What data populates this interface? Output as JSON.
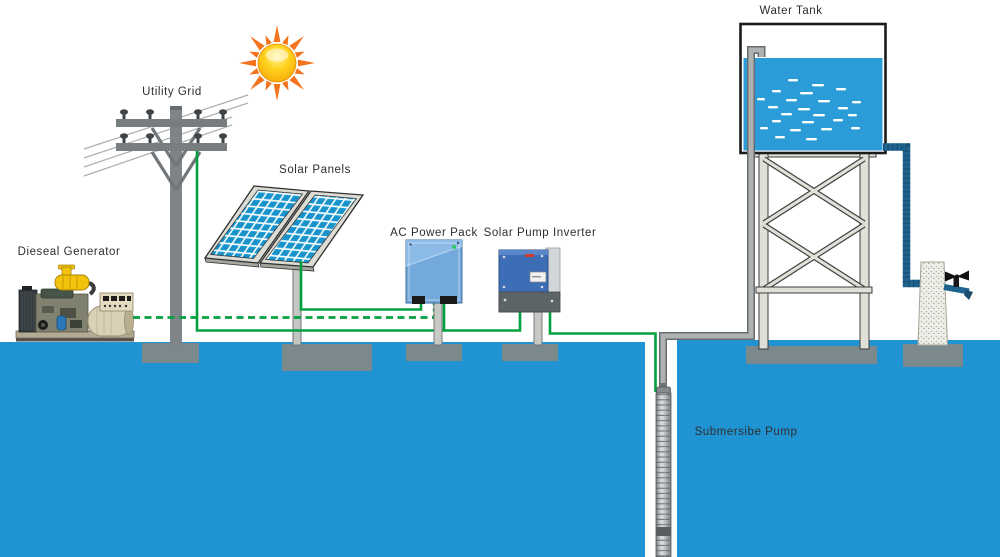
{
  "labels": {
    "diesel_generator": "Dieseal Generator",
    "utility_grid": "Utility Grid",
    "solar_panels": "Solar Panels",
    "ac_power_pack": "AC Power Pack",
    "solar_pump_inverter": "Solar Pump Inverter",
    "water_tank": "Water Tank",
    "submersible_pump": "Submersibe Pump"
  },
  "colors": {
    "ground_water": "#2094d3",
    "tank_water": "#2b9cd8",
    "wire_green": "#00a13e",
    "pipe_gray": "#aeb2b3",
    "pipe_dark_blue": "#1e648e",
    "concrete_pad": "#7b898d",
    "solar_cell_blue": "#1f9ed8",
    "sun_ray_orange": "#f4731d",
    "ac_power_pack_blue": "#74a9dc",
    "inverter_blue": "#3d6db5"
  }
}
